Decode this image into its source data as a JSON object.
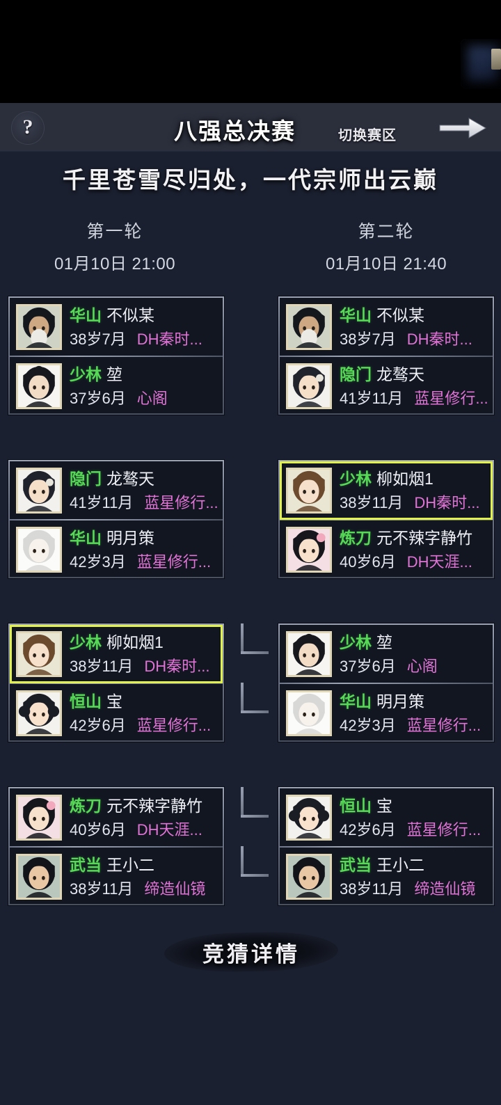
{
  "header": {
    "help_icon": "question-mark-icon",
    "title": "八强总决赛",
    "switch_zone_label": "切换赛区",
    "next_arrow_icon": "arrow-right-icon"
  },
  "subtitle": "千里苍雪尽归处，一代宗师出云巅",
  "rounds": [
    {
      "name": "第一轮",
      "time": "01月10日 21:00"
    },
    {
      "name": "第二轮",
      "time": "01月10日 21:40"
    }
  ],
  "colors": {
    "sect": "#57d957",
    "guild": "#e173d6",
    "winner_border": "#e2f24a",
    "card_border": "#8a92a4",
    "background": "#1b2030"
  },
  "column1": [
    {
      "players": [
        {
          "sect": "华山",
          "name": "不似某",
          "age": "38岁7月",
          "guild": "DH秦时...",
          "winner": false,
          "avatar": "elder-man-beard"
        },
        {
          "sect": "少林",
          "name": "堃",
          "age": "37岁6月",
          "guild": "心阁",
          "winner": false,
          "avatar": "young-woman-bun"
        }
      ]
    },
    {
      "players": [
        {
          "sect": "隐门",
          "name": "龙骜天",
          "age": "41岁11月",
          "guild": "蓝星修行...",
          "winner": false,
          "avatar": "woman-dark-hair"
        },
        {
          "sect": "华山",
          "name": "明月策",
          "age": "42岁3月",
          "guild": "蓝星修行...",
          "winner": false,
          "avatar": "white-hair-figure"
        }
      ]
    },
    {
      "players": [
        {
          "sect": "少林",
          "name": "柳如烟1",
          "age": "38岁11月",
          "guild": "DH秦时...",
          "winner": true,
          "avatar": "brown-hair-woman"
        },
        {
          "sect": "恒山",
          "name": "宝",
          "age": "42岁6月",
          "guild": "蓝星修行...",
          "winner": false,
          "avatar": "twin-bun-girl"
        }
      ]
    },
    {
      "players": [
        {
          "sect": "炼刀",
          "name": "元不辣字静竹",
          "age": "40岁6月",
          "guild": "DH天涯...",
          "winner": false,
          "avatar": "flower-hair-woman"
        },
        {
          "sect": "武当",
          "name": "王小二",
          "age": "38岁11月",
          "guild": "缔造仙镜",
          "winner": false,
          "avatar": "long-hair-man"
        }
      ]
    }
  ],
  "column2": [
    {
      "connector": false,
      "players": [
        {
          "sect": "华山",
          "name": "不似某",
          "age": "38岁7月",
          "guild": "DH秦时...",
          "winner": false,
          "avatar": "elder-man-beard"
        },
        {
          "sect": "隐门",
          "name": "龙骜天",
          "age": "41岁11月",
          "guild": "蓝星修行...",
          "winner": false,
          "avatar": "woman-dark-hair"
        }
      ]
    },
    {
      "connector": false,
      "players": [
        {
          "sect": "少林",
          "name": "柳如烟1",
          "age": "38岁11月",
          "guild": "DH秦时...",
          "winner": true,
          "avatar": "brown-hair-woman"
        },
        {
          "sect": "炼刀",
          "name": "元不辣字静竹",
          "age": "40岁6月",
          "guild": "DH天涯...",
          "winner": false,
          "avatar": "flower-hair-woman"
        }
      ]
    },
    {
      "connector": true,
      "players": [
        {
          "sect": "少林",
          "name": "堃",
          "age": "37岁6月",
          "guild": "心阁",
          "winner": false,
          "avatar": "young-woman-bun"
        },
        {
          "sect": "华山",
          "name": "明月策",
          "age": "42岁3月",
          "guild": "蓝星修行...",
          "winner": false,
          "avatar": "white-hair-figure"
        }
      ]
    },
    {
      "connector": true,
      "players": [
        {
          "sect": "恒山",
          "name": "宝",
          "age": "42岁6月",
          "guild": "蓝星修行...",
          "winner": false,
          "avatar": "twin-bun-girl"
        },
        {
          "sect": "武当",
          "name": "王小二",
          "age": "38岁11月",
          "guild": "缔造仙镜",
          "winner": false,
          "avatar": "long-hair-man"
        }
      ]
    }
  ],
  "footer": {
    "details_label": "竞猜详情"
  }
}
